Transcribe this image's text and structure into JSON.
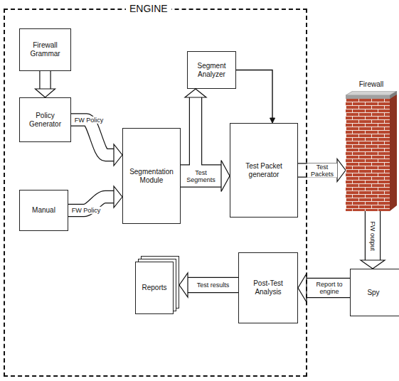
{
  "diagram": {
    "nodes": [
      {
        "text": [
          "ENGINE"
        ]
      },
      {
        "text": [
          "Firewall Grammar"
        ],
        "in": 0
      },
      {
        "text": [
          "Segment Analyzer"
        ],
        "in": 0
      },
      {
        "text": [
          "Policy Generator"
        ],
        "in": 0
      },
      {
        "text": [
          "Segmentation Module"
        ],
        "in": 0
      },
      {
        "text": [
          "Test Packet generator"
        ],
        "in": 0
      },
      {
        "text": [
          "Firewall"
        ]
      },
      {
        "text": [
          "Manual"
        ],
        "in": 0
      },
      {
        "text": [
          "Reports"
        ],
        "in": 0
      },
      {
        "text": [
          "Post-Test Analysis"
        ],
        "in": 0
      },
      {
        "text": [
          "Spy"
        ]
      }
    ],
    "edges": [
      {
        "from": 1,
        "to": 3,
        "arrow": "to"
      },
      {
        "from": 3,
        "to": 4,
        "label": "FW Policy",
        "arrow": "to"
      },
      {
        "from": 7,
        "to": 4,
        "label": "FW Policy",
        "arrow": "to"
      },
      {
        "from": 4,
        "to": 5,
        "label": "Test Segments",
        "arrow": "to"
      },
      {
        "from": 4,
        "to": 2,
        "arrow": "to"
      },
      {
        "from": 2,
        "to": 5,
        "arrow": "to"
      },
      {
        "from": 5,
        "to": 6,
        "label": "Test Packets",
        "arrow": "to"
      },
      {
        "from": 6,
        "to": 10,
        "label": "FW output",
        "arrow": "to"
      },
      {
        "from": 10,
        "to": 9,
        "label": "Report to engine",
        "arrow": "to"
      },
      {
        "from": 9,
        "to": 8,
        "label": "Test results",
        "arrow": "to"
      }
    ]
  }
}
